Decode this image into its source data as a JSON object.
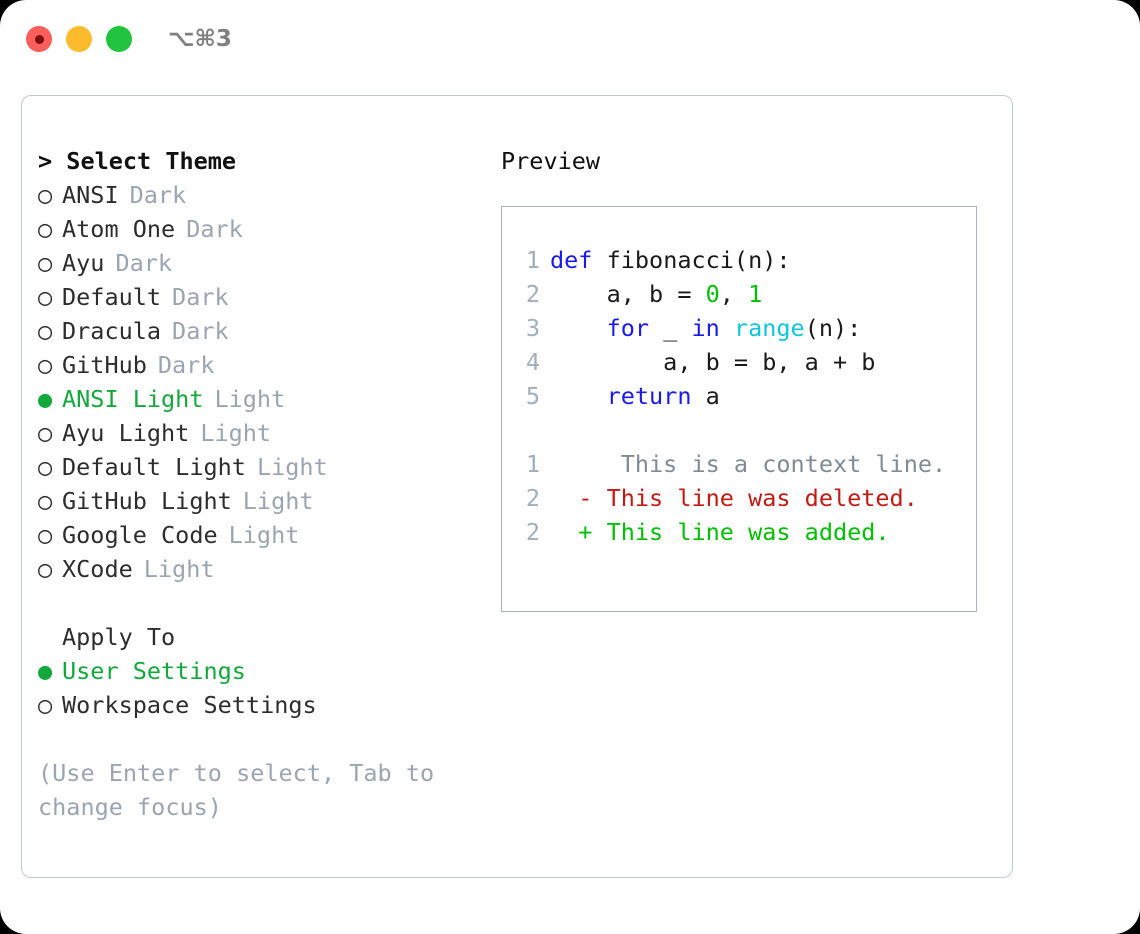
{
  "titlebar": {
    "shortcut": "⌥⌘3",
    "lights": [
      {
        "name": "close",
        "color": "#fc5e5b"
      },
      {
        "name": "minimize",
        "color": "#fcbb2c"
      },
      {
        "name": "maximize",
        "color": "#22c33e"
      }
    ]
  },
  "theme_picker": {
    "heading": "> Select Theme",
    "marker_selected": "●",
    "marker_unselected": "○",
    "accent_color": "#14a83c",
    "muted_color": "#9aa5b1",
    "items": [
      {
        "label": "ANSI",
        "kind": "Dark",
        "selected": false
      },
      {
        "label": "Atom One",
        "kind": "Dark",
        "selected": false
      },
      {
        "label": "Ayu",
        "kind": "Dark",
        "selected": false
      },
      {
        "label": "Default",
        "kind": "Dark",
        "selected": false
      },
      {
        "label": "Dracula",
        "kind": "Dark",
        "selected": false
      },
      {
        "label": "GitHub",
        "kind": "Dark",
        "selected": false
      },
      {
        "label": "ANSI Light",
        "kind": "Light",
        "selected": true
      },
      {
        "label": "Ayu Light",
        "kind": "Light",
        "selected": false
      },
      {
        "label": "Default Light",
        "kind": "Light",
        "selected": false
      },
      {
        "label": "GitHub Light",
        "kind": "Light",
        "selected": false
      },
      {
        "label": "Google Code",
        "kind": "Light",
        "selected": false
      },
      {
        "label": "XCode",
        "kind": "Light",
        "selected": false
      }
    ]
  },
  "apply_to": {
    "heading": "Apply To",
    "items": [
      {
        "label": "User Settings",
        "selected": true
      },
      {
        "label": "Workspace Settings",
        "selected": false
      }
    ]
  },
  "hint": "(Use Enter to select, Tab to change focus)",
  "preview": {
    "heading": "Preview",
    "border_color": "#a9b3c1",
    "lineno_color": "#a0aec0",
    "code_lines": [
      {
        "no": "1",
        "tokens": [
          {
            "t": "def",
            "c": "kw"
          },
          {
            "t": " fibonacci(n):",
            "c": "fn"
          }
        ]
      },
      {
        "no": "2",
        "tokens": [
          {
            "t": "    a, b = ",
            "c": "fn"
          },
          {
            "t": "0",
            "c": "num"
          },
          {
            "t": ", ",
            "c": "fn"
          },
          {
            "t": "1",
            "c": "num"
          }
        ]
      },
      {
        "no": "3",
        "tokens": [
          {
            "t": "    ",
            "c": "fn"
          },
          {
            "t": "for",
            "c": "kw"
          },
          {
            "t": " _ ",
            "c": "fn"
          },
          {
            "t": "in",
            "c": "kw"
          },
          {
            "t": " ",
            "c": "fn"
          },
          {
            "t": "range",
            "c": "bi"
          },
          {
            "t": "(n):",
            "c": "fn"
          }
        ]
      },
      {
        "no": "4",
        "tokens": [
          {
            "t": "        a, b = b, a + b",
            "c": "fn"
          }
        ]
      },
      {
        "no": "5",
        "tokens": [
          {
            "t": "    ",
            "c": "fn"
          },
          {
            "t": "return",
            "c": "kw"
          },
          {
            "t": " a",
            "c": "fn"
          }
        ]
      }
    ],
    "diff_lines": [
      {
        "no": "1",
        "sign": " ",
        "text": "  This is a context line.",
        "cls": "diff-ctx"
      },
      {
        "no": "2",
        "sign": "-",
        "text": " This line was deleted.",
        "cls": "diff-del"
      },
      {
        "no": "2",
        "sign": "+",
        "text": " This line was added.",
        "cls": "diff-add"
      }
    ]
  }
}
